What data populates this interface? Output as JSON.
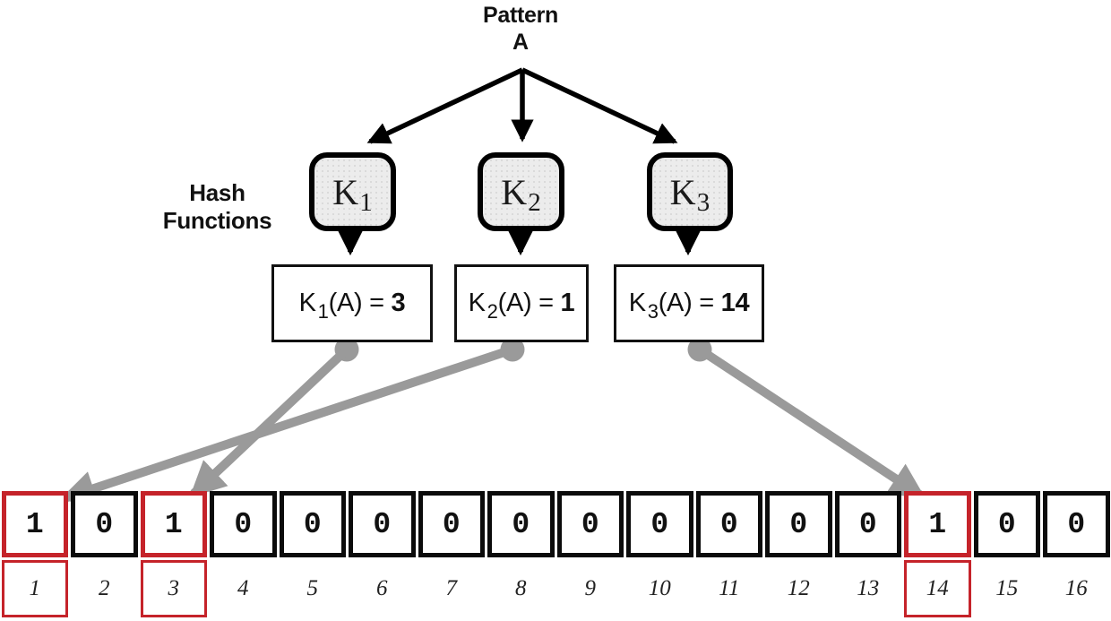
{
  "header": {
    "pattern_label": "Pattern",
    "pattern_value": "A",
    "hash_functions_label": "Hash Functions"
  },
  "hash_functions": [
    {
      "name": "K",
      "sub": "1"
    },
    {
      "name": "K",
      "sub": "2"
    },
    {
      "name": "K",
      "sub": "3"
    }
  ],
  "equations": [
    {
      "func": "K",
      "sub": "1",
      "arg": "(A) = ",
      "result": "3"
    },
    {
      "func": "K",
      "sub": "2",
      "arg": "(A) = ",
      "result": "1"
    },
    {
      "func": "K",
      "sub": "3",
      "arg": "(A) = ",
      "result": "14"
    }
  ],
  "bit_array": {
    "size": 16,
    "set_positions": [
      1,
      3,
      14
    ],
    "cells": [
      {
        "index": "1",
        "value": "1",
        "highlighted": true
      },
      {
        "index": "2",
        "value": "0",
        "highlighted": false
      },
      {
        "index": "3",
        "value": "1",
        "highlighted": true
      },
      {
        "index": "4",
        "value": "0",
        "highlighted": false
      },
      {
        "index": "5",
        "value": "0",
        "highlighted": false
      },
      {
        "index": "6",
        "value": "0",
        "highlighted": false
      },
      {
        "index": "7",
        "value": "0",
        "highlighted": false
      },
      {
        "index": "8",
        "value": "0",
        "highlighted": false
      },
      {
        "index": "9",
        "value": "0",
        "highlighted": false
      },
      {
        "index": "10",
        "value": "0",
        "highlighted": false
      },
      {
        "index": "11",
        "value": "0",
        "highlighted": false
      },
      {
        "index": "12",
        "value": "0",
        "highlighted": false
      },
      {
        "index": "13",
        "value": "0",
        "highlighted": false
      },
      {
        "index": "14",
        "value": "1",
        "highlighted": true
      },
      {
        "index": "15",
        "value": "0",
        "highlighted": false
      },
      {
        "index": "16",
        "value": "0",
        "highlighted": false
      }
    ]
  },
  "colors": {
    "highlight_red": "#c5232a",
    "arrow_gray": "#9a9a9a",
    "hash_box_fill": "#ececec",
    "line_black": "#000000"
  }
}
